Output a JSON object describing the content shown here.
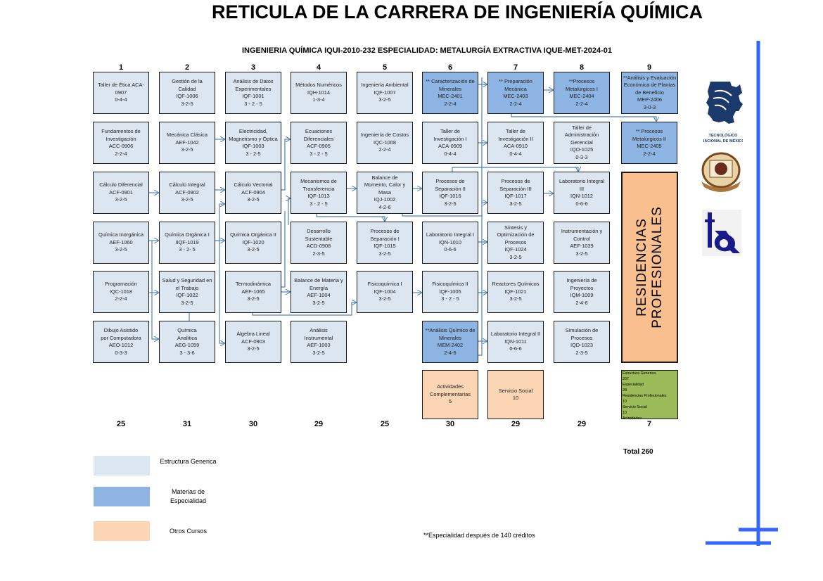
{
  "title": "RETICULA DE LA CARRERA DE INGENIERÍA QUÍMICA",
  "subtitle": "INGENIERIA QUÍMICA  IQUI-2010-232   ESPECIALIDAD: METALURGÍA EXTRACTIVA IQUE-MET-2024-01",
  "semesters": [
    "1",
    "2",
    "3",
    "4",
    "5",
    "6",
    "7",
    "8",
    "9"
  ],
  "semester_credits": [
    "25",
    "31",
    "30",
    "29",
    "25",
    "30",
    "29",
    "29",
    "7"
  ],
  "courses": [
    [
      {
        "type": "generic",
        "lines": [
          "Taller de Ética ACA-",
          "0907",
          "0-4-4"
        ]
      },
      {
        "type": "generic",
        "lines": [
          "Fundamentos de",
          "Investigación",
          "ACC-0906",
          "2-2-4"
        ]
      },
      {
        "type": "generic",
        "lines": [
          "Cálculo Diferencial",
          "ACF-0901",
          "3-2-5"
        ]
      },
      {
        "type": "generic",
        "lines": [
          "Química Inorgánica",
          "AEF-1060",
          " ",
          "3-2-5"
        ]
      },
      {
        "type": "generic",
        "lines": [
          "Programación",
          "IQC-1018",
          "2-2-4"
        ]
      },
      {
        "type": "generic",
        "lines": [
          "Dibujo Asistido",
          "por Computadora",
          "AEO-1012",
          "0-3-3"
        ]
      }
    ],
    [
      {
        "type": "generic",
        "lines": [
          "Gestión de la",
          "Calidad",
          "IQF-1006",
          "3-2-5"
        ]
      },
      {
        "type": "generic",
        "lines": [
          "Mecánica Clásica",
          "AEF-1042",
          "3-2-5"
        ]
      },
      {
        "type": "generic",
        "lines": [
          "Cálculo Integral",
          "ACF-0902",
          "3-2-5"
        ]
      },
      {
        "type": "generic",
        "lines": [
          "Química Orgánica  I",
          "IIQF-1019",
          "3 - 2- 5"
        ]
      },
      {
        "type": "generic",
        "lines": [
          "Salud y Seguridad en",
          "el Trabajo",
          "IQF-1022",
          "3-2-5"
        ]
      },
      {
        "type": "generic",
        "lines": [
          "Química",
          "Analítica",
          "AEG-1059",
          "3 - 3-6"
        ]
      }
    ],
    [
      {
        "type": "generic",
        "lines": [
          "Análisis de Datos",
          "Experimentales",
          "IQF-1001",
          "3 - 2 - 5"
        ]
      },
      {
        "type": "generic",
        "lines": [
          "Electricidad,",
          "Magnetismo y Óptica",
          "IQF-1003",
          "3 - 2-5"
        ]
      },
      {
        "type": "generic",
        "lines": [
          "Cálculo Vectorial",
          "ACF-0904",
          "3-2-5"
        ]
      },
      {
        "type": "generic",
        "lines": [
          "Química Orgánica II",
          "IQF-1020",
          "3-2-5"
        ]
      },
      {
        "type": "generic",
        "lines": [
          "Termodinámica",
          "AEF-1065",
          "3-2-5"
        ]
      },
      {
        "type": "generic",
        "lines": [
          "Álgebra Lineal",
          "ACF-0903",
          "3-2-5"
        ]
      }
    ],
    [
      {
        "type": "generic",
        "lines": [
          "Métodos Numéricos",
          "IQH-1014",
          "1-3-4"
        ]
      },
      {
        "type": "generic",
        "lines": [
          "Ecuaciones",
          "Diferenciales",
          "ACF-0905",
          "3 - 2 - 5"
        ]
      },
      {
        "type": "generic",
        "lines": [
          "Mecanismos de",
          "Transferencia",
          "IQF-1013",
          "3 - 2 - 5"
        ]
      },
      {
        "type": "generic",
        "lines": [
          "Desarrollo",
          "Sustentable",
          "ACD-0908",
          "2-3-5"
        ]
      },
      {
        "type": "generic",
        "lines": [
          "Balance de Materia y",
          "Energía",
          "AEF-1004",
          "3-2-5"
        ]
      },
      {
        "type": "generic",
        "lines": [
          "Análisis",
          "Instrumental",
          "AEF-1003",
          "3-2-5"
        ]
      }
    ],
    [
      {
        "type": "generic",
        "lines": [
          "Ingeniería Ambiental",
          "IQF-1007",
          "3-2-5"
        ]
      },
      {
        "type": "generic",
        "lines": [
          "Ingeniería de Costos",
          "IQC-1008",
          "2-2-4"
        ]
      },
      {
        "type": "generic",
        "lines": [
          "Balance de",
          "Momento, Calor y",
          "Masa",
          "IQJ-1002",
          "4-2-6"
        ]
      },
      {
        "type": "generic",
        "lines": [
          "Procesos de",
          "Separación I",
          "IQF-1015",
          "3-2-5"
        ]
      },
      {
        "type": "generic",
        "lines": [
          "Fisicoquímica    I",
          "IQF-1004",
          "3-2-5"
        ]
      },
      null
    ],
    [
      {
        "type": "spec",
        "lines": [
          "** Caracterización de",
          "Minerales",
          "MEC-2401",
          "2-2-4"
        ]
      },
      {
        "type": "generic",
        "lines": [
          "Taller de",
          "Investigación I",
          "ACA-0909",
          "0-4-4"
        ]
      },
      {
        "type": "generic",
        "lines": [
          "Procesos de",
          "Separación II",
          "IQF-1016",
          "3-2-5"
        ]
      },
      {
        "type": "generic",
        "lines": [
          "Laboratorio Integral I",
          "IQN-1010",
          "0-6-6"
        ]
      },
      {
        "type": "generic",
        "lines": [
          "Fisicoquímica II",
          "IQF-1005",
          "3 - 2 - 5"
        ]
      },
      {
        "type": "spec",
        "lines": [
          "**Análisis Químico de",
          "Minerales",
          "MEM-2402",
          "2-4-6"
        ]
      },
      {
        "type": "other",
        "lines": [
          "Actividades",
          "Complementarias",
          " ",
          "5"
        ]
      }
    ],
    [
      {
        "type": "spec",
        "lines": [
          "** Preparación",
          "Mecánica",
          "MEC-2403",
          "2-2-4"
        ]
      },
      {
        "type": "generic",
        "lines": [
          "Taller de",
          "Investigación II",
          "ACA-0910",
          "0-4-4"
        ]
      },
      {
        "type": "generic",
        "lines": [
          "Procesos de",
          "Separación III",
          "IQF-1017",
          "3-2-5"
        ]
      },
      {
        "type": "generic",
        "lines": [
          "Síntesis y",
          "Optimización de",
          "Procesos",
          "IQF-1024",
          "3-2-5"
        ]
      },
      {
        "type": "generic",
        "lines": [
          "Reactores Químicos",
          "IQF-1021",
          "3-2-5"
        ]
      },
      {
        "type": "generic",
        "lines": [
          "Laboratorio Integral II",
          "IQN-1011",
          "0-6-6"
        ]
      },
      {
        "type": "other",
        "lines": [
          "Servicio Social",
          "10"
        ]
      }
    ],
    [
      {
        "type": "spec",
        "lines": [
          "**Procesos",
          "Metalúrgicos I",
          "MEC-2404",
          "2-2-4"
        ]
      },
      {
        "type": "generic",
        "lines": [
          "Taller de",
          "Administración",
          "Gerencial",
          "IQO-1025",
          "0-3-3"
        ]
      },
      {
        "type": "generic",
        "lines": [
          "Laboratorio Integral",
          "III",
          "IQN-1012",
          "0-6-6"
        ]
      },
      {
        "type": "generic",
        "lines": [
          "Instrumentación y",
          "Control",
          "AEF-1039",
          "3-2-5"
        ]
      },
      {
        "type": "generic",
        "lines": [
          "Ingeniería de",
          "Proyectos",
          "IQM-1009",
          "2-4-6"
        ]
      },
      {
        "type": "generic",
        "lines": [
          "Simulación de",
          "Procesos",
          "IQD-1023",
          "2-3-5"
        ]
      }
    ],
    [
      {
        "type": "spec",
        "lines": [
          "**Análisis y Evaluación",
          "Económica de Plantas",
          "de Beneficio",
          "MEP-2406",
          "3-0-3"
        ]
      },
      {
        "type": "spec",
        "lines": [
          "** Procesos",
          "Metalúrgicos II",
          "MEC-2405",
          "2-2-4"
        ]
      }
    ]
  ],
  "residencias": {
    "line1": "RESIDENCIAS",
    "line2": "PROFESIONALES"
  },
  "summary": [
    "Estructura Generica",
    "207",
    "Especialidad",
    "28",
    "Residencias Profesionales",
    "10",
    "Servicio Social",
    "10",
    "Actividades"
  ],
  "total": "Total 260",
  "legend": [
    {
      "label": "Estructura Generica",
      "color": "#dce6f1"
    },
    {
      "label": "Materias de Especialidad",
      "color": "#8db4e2"
    },
    {
      "label": "Otros Cursos",
      "color": "#fcd5b5"
    }
  ],
  "note": "**Especialidad después de 140 créditos",
  "logos": {
    "tecnm": "TECNOLÓGICO NACIONAL DE MÉXICO"
  },
  "colors": {
    "generic": "#dce6f1",
    "spec": "#8db4e2",
    "other": "#fcd5b5",
    "residencias": "#f9bf8f",
    "summary": "#9bbb59",
    "arrow": "#4f81bd",
    "frame": "#3366ff"
  }
}
